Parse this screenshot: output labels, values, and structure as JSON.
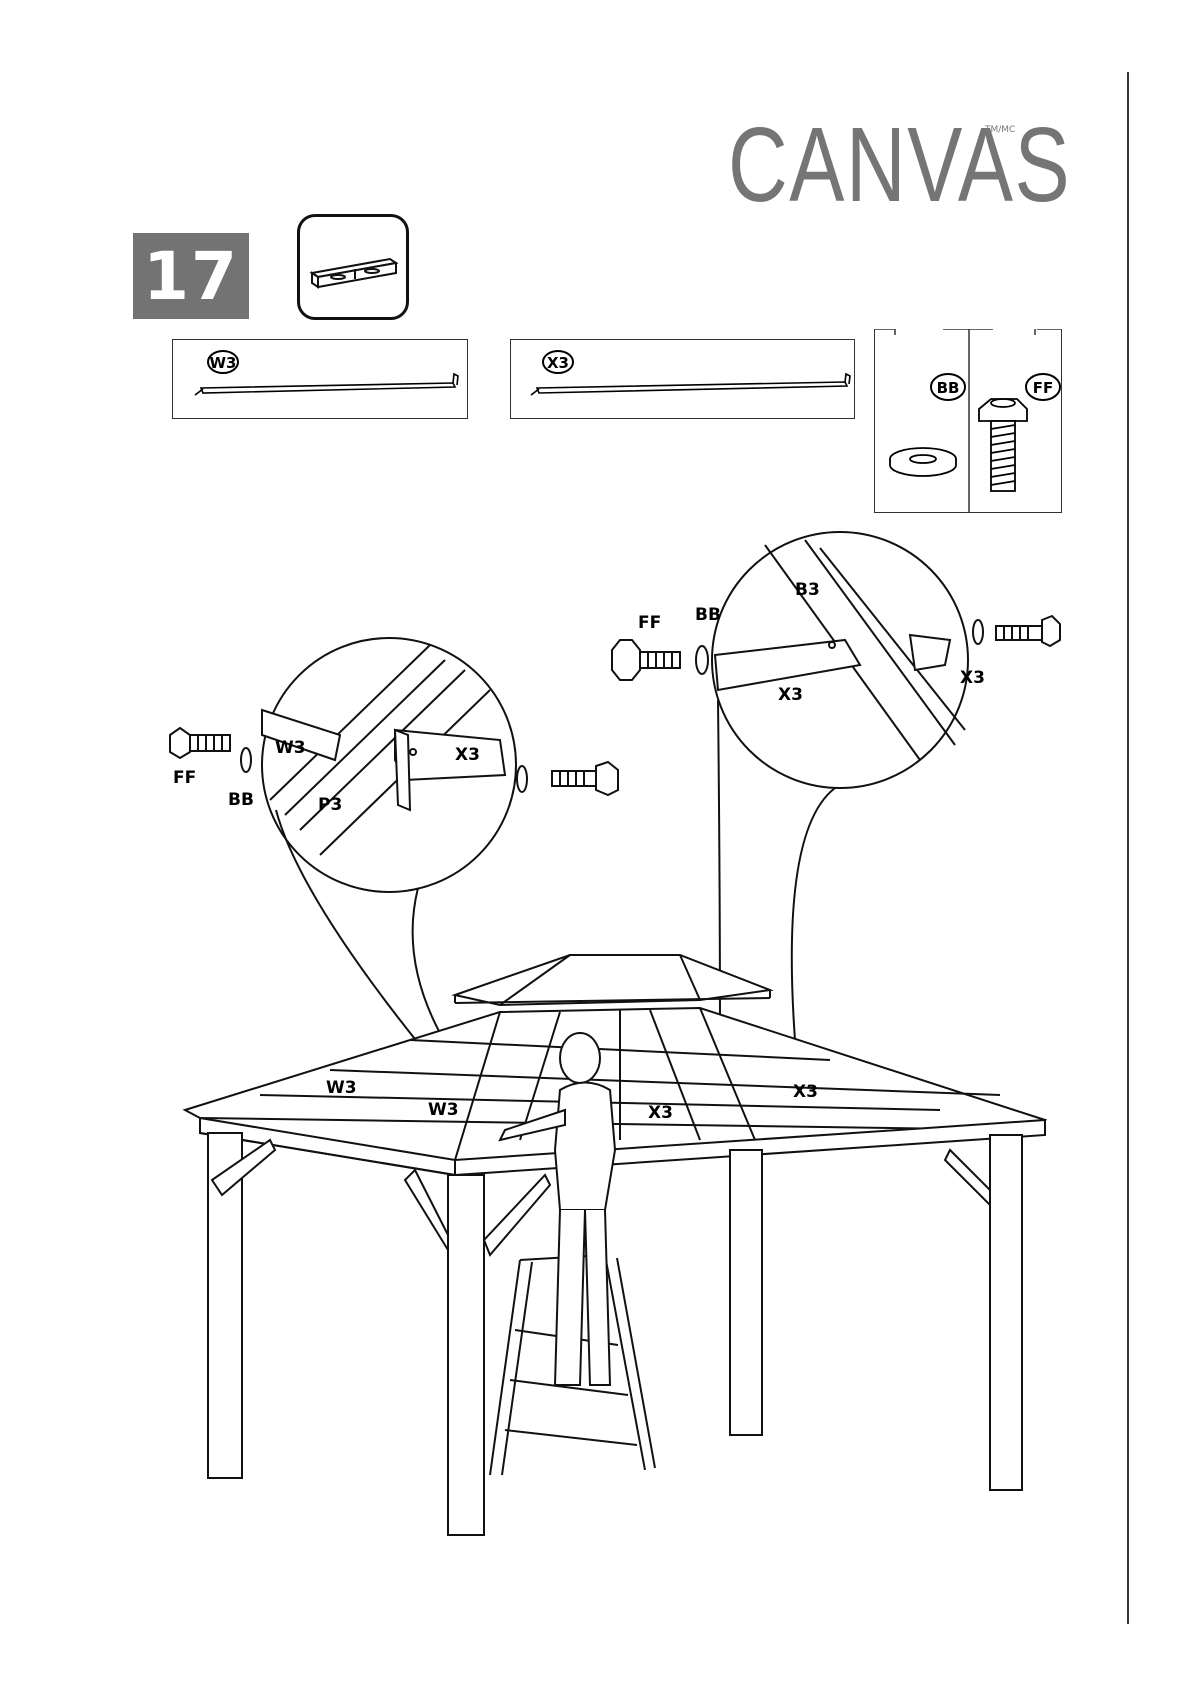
{
  "brand": {
    "name": "CANVAS",
    "trademark": "TM/MC"
  },
  "step": {
    "number": "17"
  },
  "parts": [
    {
      "code": "W3"
    },
    {
      "code": "X3"
    },
    {
      "code": "BB"
    },
    {
      "code": "FF"
    }
  ],
  "callouts": {
    "left": {
      "ff": "FF",
      "bb": "BB",
      "w3": "W3",
      "p3": "P3",
      "x3": "X3"
    },
    "right": {
      "ff": "FF",
      "bb": "BB",
      "b3": "B3",
      "x3a": "X3",
      "x3b": "X3"
    },
    "main": {
      "w3a": "W3",
      "w3b": "W3",
      "x3a": "X3",
      "x3b": "X3"
    }
  }
}
